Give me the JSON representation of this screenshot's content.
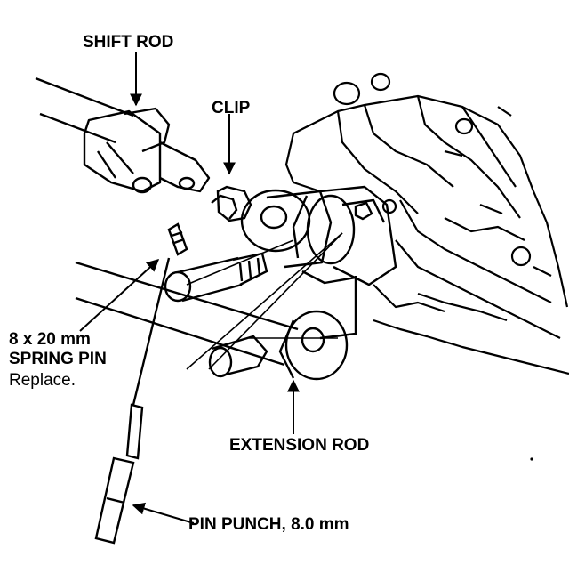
{
  "labels": {
    "shift_rod": "SHIFT ROD",
    "clip": "CLIP",
    "spring_pin_size": "8 x 20 mm",
    "spring_pin": "SPRING PIN",
    "spring_pin_note": "Replace.",
    "extension_rod": "EXTENSION ROD",
    "pin_punch": "PIN PUNCH, 8.0 mm"
  },
  "colors": {
    "ink": "#000000",
    "paper": "#ffffff"
  }
}
